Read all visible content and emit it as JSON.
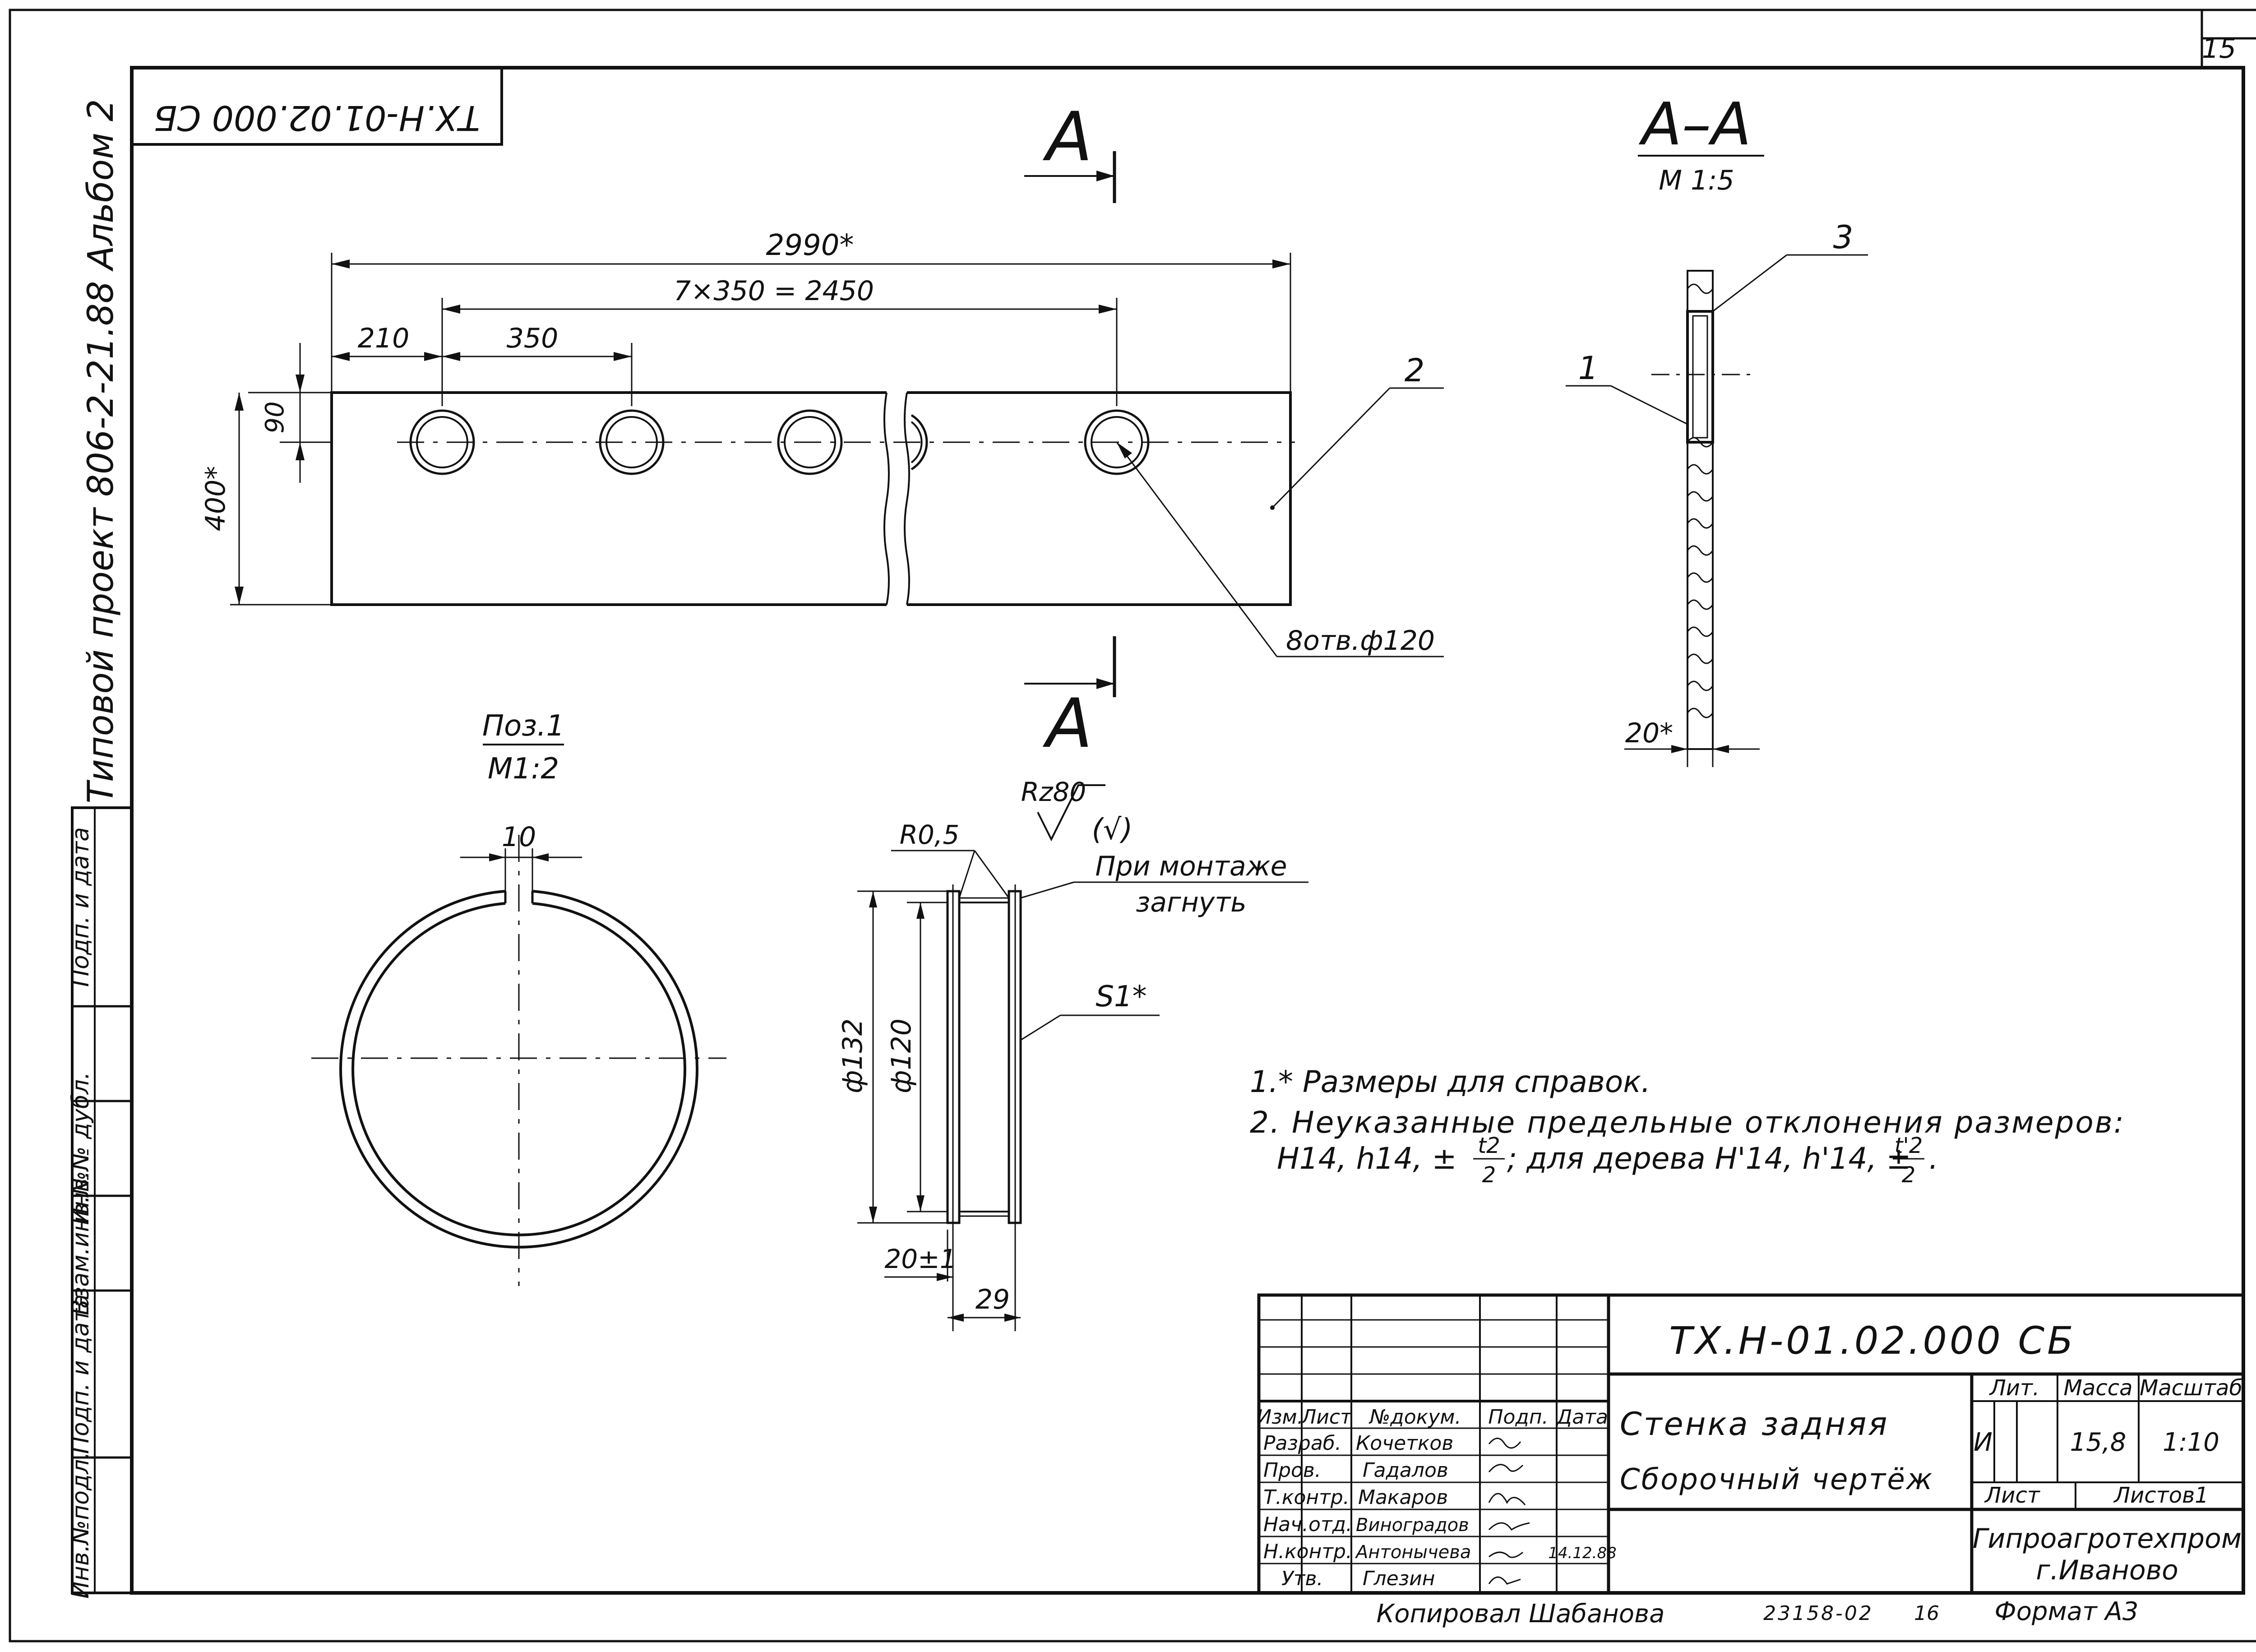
{
  "sheet": {
    "number": "15",
    "designation_rotated": "ТХ.Н-01.02.000 СБ",
    "side_label": "Типовой проект 806-2-21.88 Альбом 2",
    "side_boxes": [
      "Инв.№подл.",
      "Подп. и дата",
      "Взам.инв.№",
      "Инв.№ дубл.",
      "Подп. и дата"
    ]
  },
  "section": {
    "cut_label_top": "А",
    "cut_label_bottom": "А",
    "title": "А–А",
    "scale": "М 1:5",
    "pos1_leader": "1",
    "pos3_leader": "3",
    "thickness": "20*"
  },
  "front_view": {
    "overall_dim": "2990*",
    "pitch_dim": "7×350 = 2450",
    "offset_dim": "210",
    "spacing_dim": "350",
    "edge_dim": "90",
    "height_dim": "400*",
    "pos2_leader": "2",
    "holes_note": "8отв.ф120"
  },
  "pos1_detail": {
    "title": "Поз.1",
    "scale": "М1:2",
    "gap_dim": "10"
  },
  "ring_section": {
    "roughness": "Rz80",
    "roughness_symbol": "(√)",
    "radius": "R0,5",
    "mount_note_1": "При монтаже",
    "mount_note_2": "загнуть",
    "thickness_note": "S1*",
    "outer_dia": "ф132",
    "inner_dia": "ф120",
    "length_a": "20±1",
    "length_b": "29"
  },
  "notes": {
    "n1": "1.* Размеры для справок.",
    "n2": "2. Неуказанные предельные отклонения размеров:",
    "n2b_1": "Н14, h14, ±",
    "n2b_2": "; для дерева Н'14, h'14, ±",
    "frac1_num": "t2",
    "frac1_den": "2",
    "frac2_num": "t'2",
    "frac2_den": "2",
    "end": "."
  },
  "title_block": {
    "designation": "ТХ.Н-01.02.000 СБ",
    "name_1": "Стенка задняя",
    "name_2": "Сборочный чертёж",
    "lit_header": "Лит.",
    "mass_header": "Масса",
    "scale_header": "Масштаб",
    "lit_value": "И",
    "mass_value": "15,8",
    "scale_value": "1:10",
    "sheet_label": "Лист",
    "sheets_label": "Листов1",
    "org_1": "Гипроагротехпром",
    "org_2": "г.Иваново",
    "hdr_izm": "Изм.",
    "hdr_list": "Лист",
    "hdr_doc": "№докум.",
    "hdr_podp": "Подп.",
    "hdr_data": "Дата",
    "roles": [
      "Разраб.",
      "Пров.",
      "Т.контр.",
      "Нач.отд.",
      "Н.контр.",
      "Утв."
    ],
    "names": [
      "Кочетков",
      "Гадалов",
      "Макаров",
      "Виноградов",
      "Антонычева",
      "Глезин"
    ],
    "date_value": "14.12.88"
  },
  "footer": {
    "copied": "Копировал Шабанова",
    "code": "23158-02",
    "page_code": "16",
    "format": "Формат А3"
  }
}
